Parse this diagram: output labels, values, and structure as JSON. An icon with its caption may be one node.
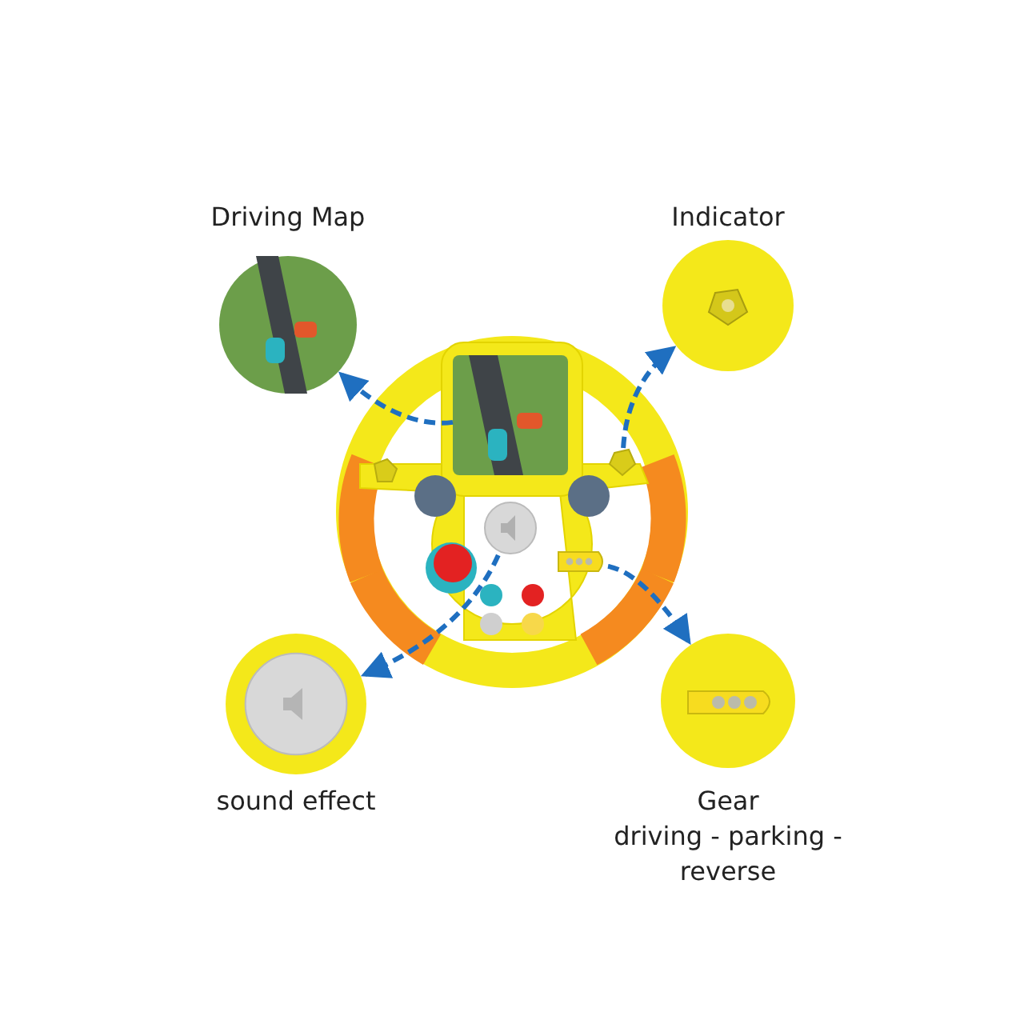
{
  "diagram": {
    "nodes": [
      {
        "text": [],
        "shape": "picture"
      },
      {
        "text": [],
        "shape": "picture",
        "in": 0
      },
      {
        "text": [],
        "shape": "picture",
        "in": 0
      },
      {
        "text": [],
        "shape": "circle",
        "in": 0
      },
      {
        "text": [],
        "shape": "box",
        "in": 0
      },
      {
        "text": [
          "Driving Map"
        ]
      },
      {
        "text": [
          "Indicator"
        ]
      },
      {
        "text": [
          "sound effect"
        ]
      },
      {
        "text": [
          "Gear",
          "driving - parking - reverse"
        ]
      }
    ],
    "edges": [
      {
        "from": 1,
        "to": 5,
        "arrow": "to",
        "style": "dashed"
      },
      {
        "from": 2,
        "to": 6,
        "arrow": "to",
        "style": "dashed"
      },
      {
        "from": 3,
        "to": 7,
        "arrow": "to",
        "style": "dashed"
      },
      {
        "from": 4,
        "to": 8,
        "arrow": "to",
        "style": "dashed"
      }
    ]
  }
}
